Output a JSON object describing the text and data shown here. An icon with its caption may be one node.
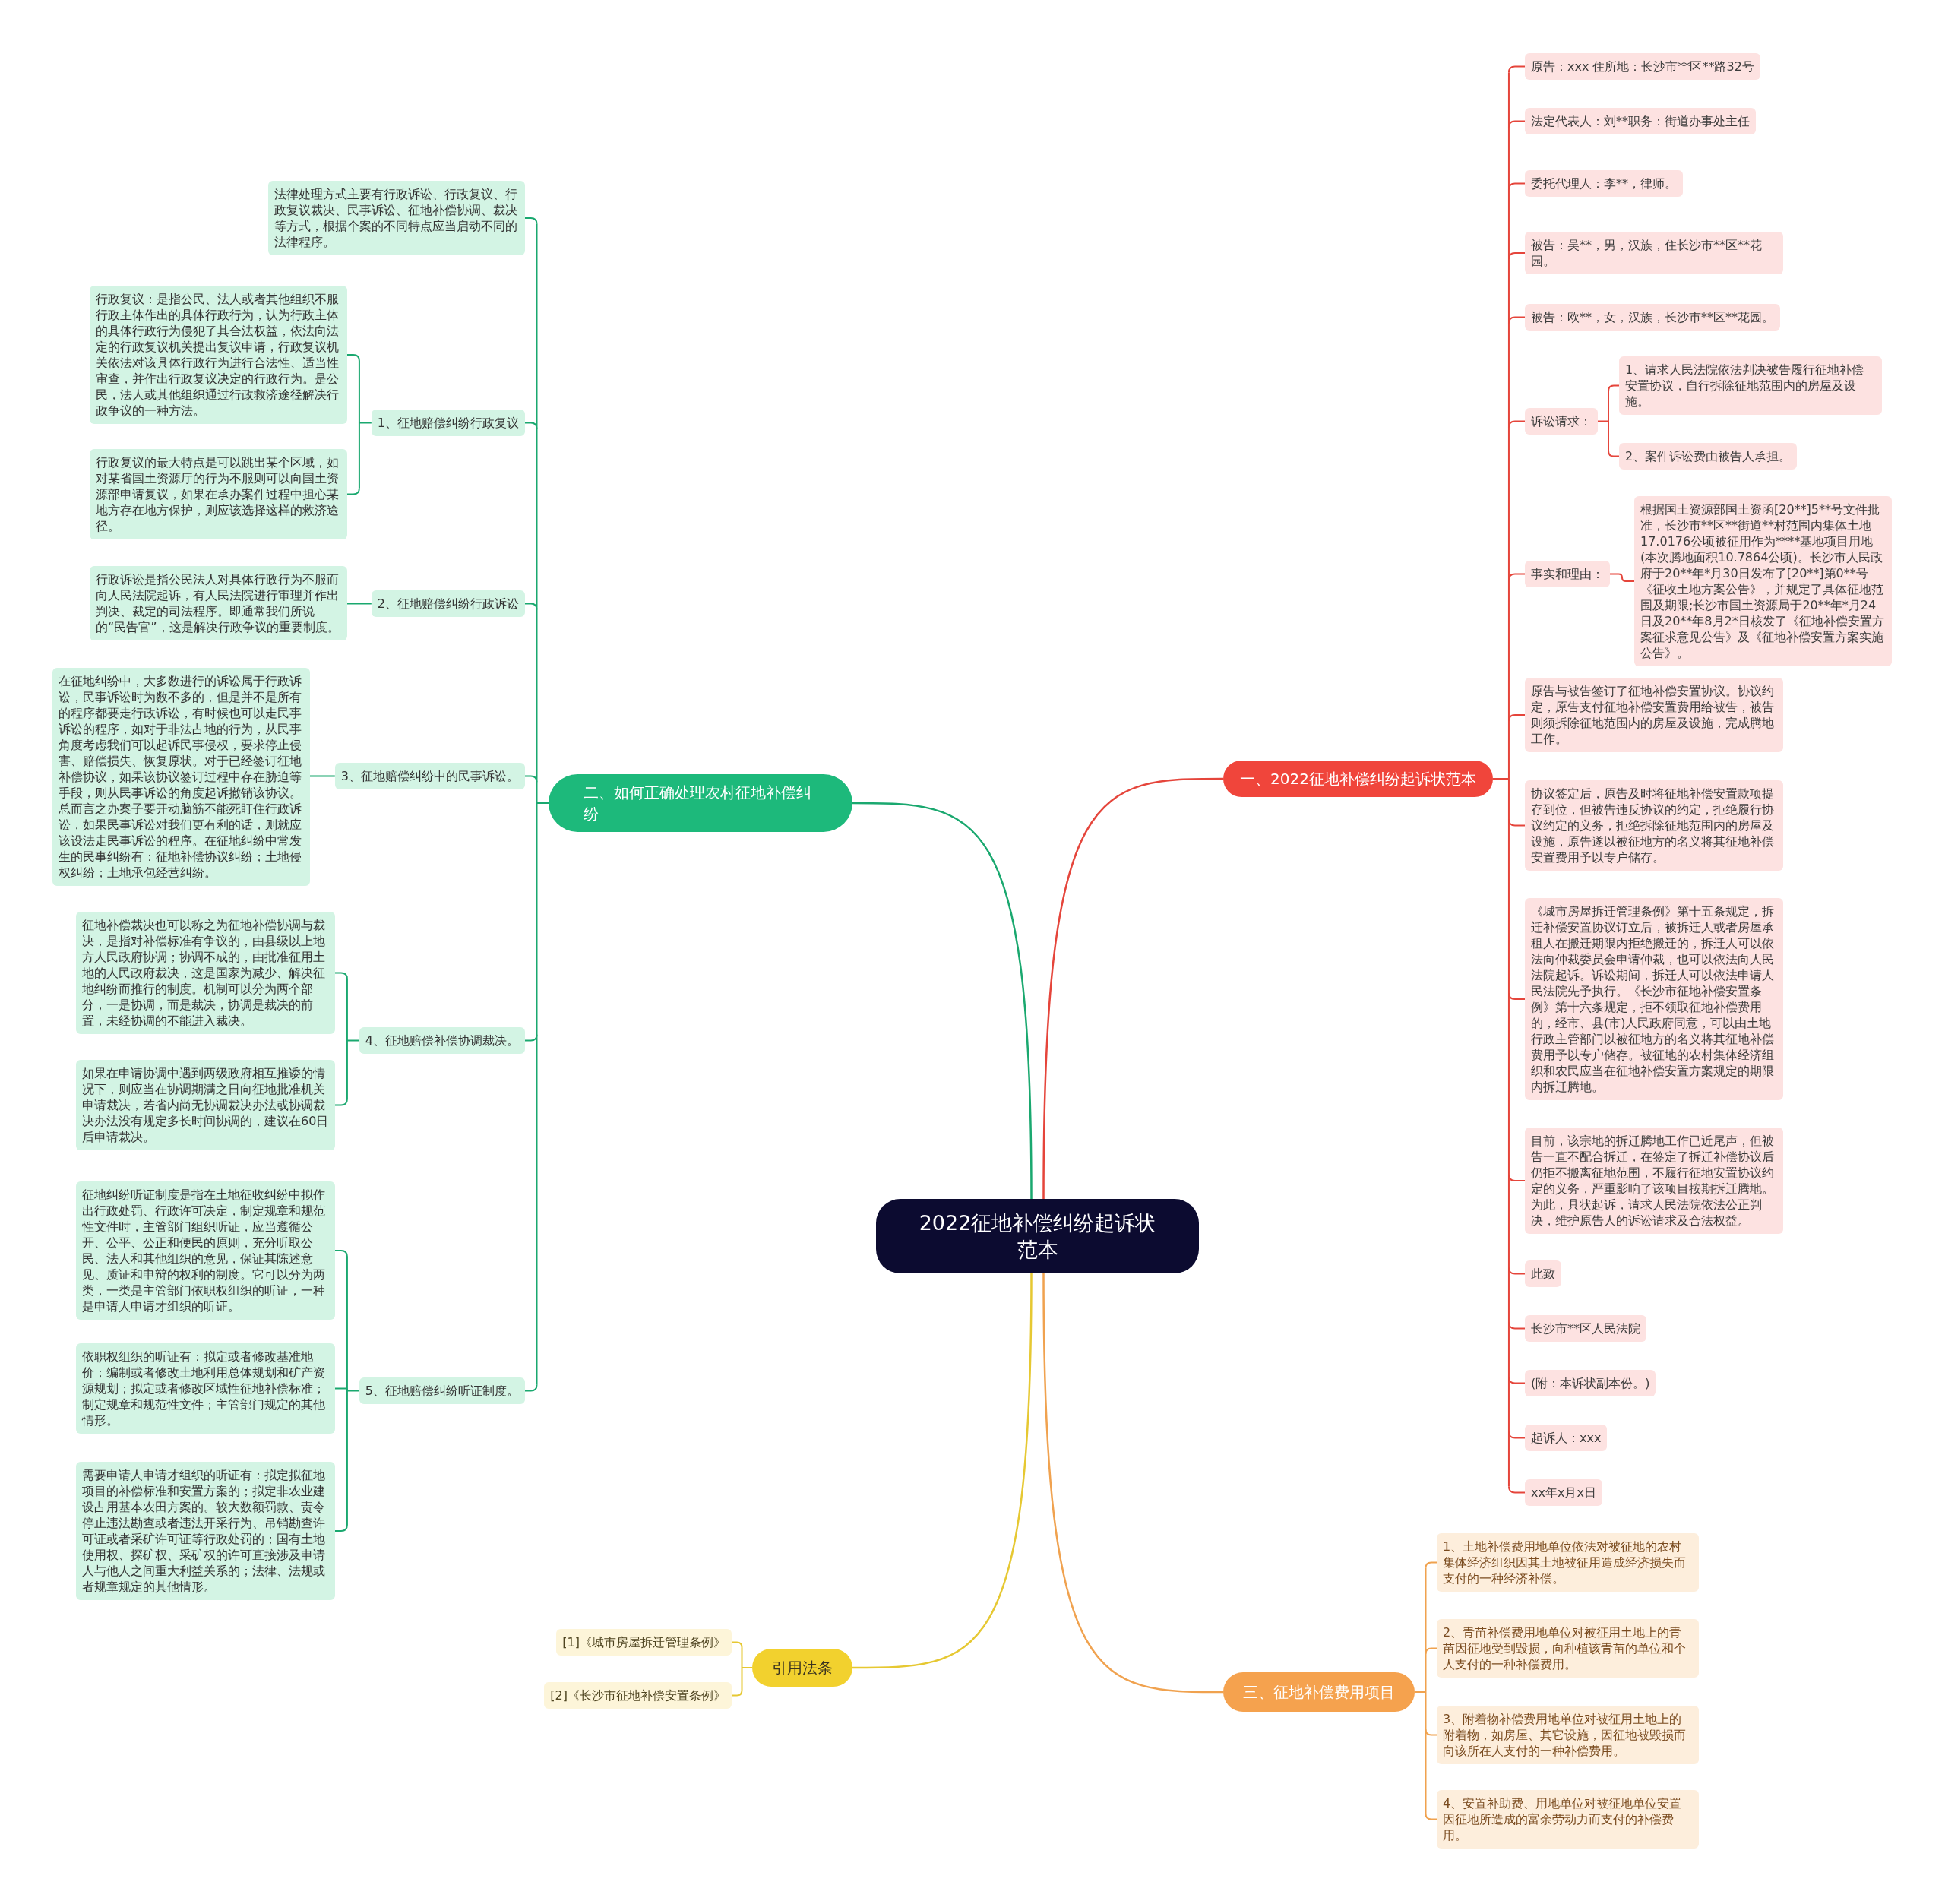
{
  "diagram": {
    "nodes": [
      {
        "text": [
          "2022征地补偿纠纷起诉状范本"
        ]
      },
      {
        "text": [
          "一、2022征地补偿纠纷起诉状范本"
        ]
      },
      {
        "text": [
          "原告：xxx 住所地：长沙市**区**路32号"
        ]
      },
      {
        "text": [
          "法定代表人：刘**职务：街道办事处主任"
        ]
      },
      {
        "text": [
          "委托代理人：李**，律师。"
        ]
      },
      {
        "text": [
          "被告：吴**，男，汉族，住长沙市**区**花园。"
        ]
      },
      {
        "text": [
          "被告：欧**，女，汉族，长沙市**区**花园。"
        ]
      },
      {
        "text": [
          "诉讼请求："
        ]
      },
      {
        "text": [
          "1、请求人民法院依法判决被告履行征地补偿安置协议，自行拆除征地范围内的房屋及设施。"
        ]
      },
      {
        "text": [
          "2、案件诉讼费由被告人承担。"
        ]
      },
      {
        "text": [
          "事实和理由："
        ]
      },
      {
        "text": [
          "根据国土资源部国土资函[20**]5**号文件批准，长沙市**区**街道**村范围内集体土地17.0176公顷被征用作为****基地项目用地(本次腾地面积10.7864公顷)。长沙市人民政府于20**年*月30日发布了[20**]第0**号《征收土地方案公告》，并规定了具体征地范围及期限;长沙市国土资源局于20**年*月24日及20**年8月2*日核发了《征地补偿安置方案征求意见公告》及《征地补偿安置方案实施公告》。"
        ]
      },
      {
        "text": [
          "原告与被告签订了征地补偿安置协议。协议约定，原告支付征地补偿安置费用给被告，被告则须拆除征地范围内的房屋及设施，完成腾地工作。"
        ]
      },
      {
        "text": [
          "协议签定后，原告及时将征地补偿安置款项提存到位，但被告违反协议的约定，拒绝履行协议约定的义务，拒绝拆除征地范围内的房屋及设施，原告遂以被征地方的名义将其征地补偿安置费用予以专户储存。"
        ]
      },
      {
        "text": [
          "《城市房屋拆迁管理条例》第十五条规定，拆迁补偿安置协议订立后，被拆迁人或者房屋承租人在搬迁期限内拒绝搬迁的，拆迁人可以依法向仲裁委员会申请仲裁，也可以依法向人民法院起诉。诉讼期间，拆迁人可以依法申请人民法院先予执行。《长沙市征地补偿安置条例》第十六条规定，拒不领取征地补偿费用的，经市、县(市)人民政府同意，可以由土地行政主管部门以被征地方的名义将其征地补偿费用予以专户储存。被征地的农村集体经济组织和农民应当在征地补偿安置方案规定的期限内拆迁腾地。"
        ]
      },
      {
        "text": [
          "目前，该宗地的拆迁腾地工作已近尾声，但被告一直不配合拆迁，在签定了拆迁补偿协议后仍拒不搬离征地范围，不履行征地安置协议约定的义务，严重影响了该项目按期拆迁腾地。为此，具状起诉，请求人民法院依法公正判决，维护原告人的诉讼请求及合法权益。"
        ]
      },
      {
        "text": [
          "此致"
        ]
      },
      {
        "text": [
          "长沙市**区人民法院"
        ]
      },
      {
        "text": [
          "(附：本诉状副本份。)"
        ]
      },
      {
        "text": [
          "起诉人：xxx"
        ]
      },
      {
        "text": [
          "xx年x月x日"
        ]
      },
      {
        "text": [
          "二、如何正确处理农村征地补偿纠纷"
        ]
      },
      {
        "text": [
          "法律处理方式主要有行政诉讼、行政复议、行政复议裁决、民事诉讼、征地补偿协调、裁决等方式，根据个案的不同特点应当启动不同的法律程序。"
        ]
      },
      {
        "text": [
          "1、征地赔偿纠纷行政复议"
        ]
      },
      {
        "text": [
          "行政复议：是指公民、法人或者其他组织不服行政主体作出的具体行政行为，认为行政主体的具体行政行为侵犯了其合法权益，依法向法定的行政复议机关提出复议申请，行政复议机关依法对该具体行政行为进行合法性、适当性审查，并作出行政复议决定的行政行为。是公民，法人或其他组织通过行政救济途径解决行政争议的一种方法。"
        ]
      },
      {
        "text": [
          "行政复议的最大特点是可以跳出某个区域，如对某省国土资源厅的行为不服则可以向国土资源部申请复议，如果在承办案件过程中担心某地方存在地方保护，则应该选择这样的救济途径。"
        ]
      },
      {
        "text": [
          "2、征地赔偿纠纷行政诉讼"
        ]
      },
      {
        "text": [
          "行政诉讼是指公民法人对具体行政行为不服而向人民法院起诉，有人民法院进行审理并作出判决、裁定的司法程序。即通常我们所说的“民告官”，这是解决行政争议的重要制度。"
        ]
      },
      {
        "text": [
          "3、征地赔偿纠纷中的民事诉讼。"
        ]
      },
      {
        "text": [
          "在征地纠纷中，大多数进行的诉讼属于行政诉讼，民事诉讼时为数不多的，但是并不是所有的程序都要走行政诉讼，有时候也可以走民事诉讼的程序，如对于非法占地的行为，从民事角度考虑我们可以起诉民事侵权，要求停止侵害、赔偿损失、恢复原状。对于已经签订征地补偿协议，如果该协议签订过程中存在胁迫等手段，则从民事诉讼的角度起诉撤销该协议。总而言之办案子要开动脑筋不能死盯住行政诉讼，如果民事诉讼对我们更有利的话，则就应该设法走民事诉讼的程序。在征地纠纷中常发生的民事纠纷有：征地补偿协议纠纷；土地侵权纠纷；土地承包经营纠纷。"
        ]
      },
      {
        "text": [
          "4、征地赔偿补偿协调裁决。"
        ]
      },
      {
        "text": [
          "征地补偿裁决也可以称之为征地补偿协调与裁决，是指对补偿标准有争议的，由县级以上地方人民政府协调；协调不成的，由批准征用土地的人民政府裁决，这是国家为减少、解决征地纠纷而推行的制度。机制可以分为两个部分，一是协调，而是裁决，协调是裁决的前置，未经协调的不能进入裁决。"
        ]
      },
      {
        "text": [
          "如果在申请协调中遇到两级政府相互推诿的情况下，则应当在协调期满之日向征地批准机关申请裁决，若省内尚无协调裁决办法或协调裁决办法没有规定多长时间协调的，建议在60日后申请裁决。"
        ]
      },
      {
        "text": [
          "5、征地赔偿纠纷听证制度。"
        ]
      },
      {
        "text": [
          "征地纠纷听证制度是指在土地征收纠纷中拟作出行政处罚、行政许可决定，制定规章和规范性文件时，主管部门组织听证，应当遵循公开、公平、公正和便民的原则，充分听取公民、法人和其他组织的意见，保证其陈述意见、质证和申辩的权利的制度。它可以分为两类，一类是主管部门依职权组织的听证，一种是申请人申请才组织的听证。"
        ]
      },
      {
        "text": [
          "依职权组织的听证有：拟定或者修改基准地价；编制或者修改土地利用总体规划和矿产资源规划；拟定或者修改区域性征地补偿标准；制定规章和规范性文件；主管部门规定的其他情形。"
        ]
      },
      {
        "text": [
          "需要申请人申请才组织的听证有：拟定拟征地项目的补偿标准和安置方案的；拟定非农业建设占用基本农田方案的。较大数额罚款、责令停止违法勘查或者违法开采行为、吊销勘查许可证或者采矿许可证等行政处罚的；国有土地使用权、探矿权、采矿权的许可直接涉及申请人与他人之间重大利益关系的；法律、法规或者规章规定的其他情形。"
        ]
      },
      {
        "text": [
          "三、征地补偿费用项目"
        ]
      },
      {
        "text": [
          "1、土地补偿费用地单位依法对被征地的农村集体经济组织因其土地被征用造成经济损失而支付的一种经济补偿。"
        ]
      },
      {
        "text": [
          "2、青苗补偿费用地单位对被征用土地上的青苗因征地受到毁损，向种植该青苗的单位和个人支付的一种补偿费用。"
        ]
      },
      {
        "text": [
          "3、附着物补偿费用地单位对被征用土地上的附着物，如房屋、其它设施，因征地被毁损而向该所在人支付的一种补偿费用。"
        ]
      },
      {
        "text": [
          "4、安置补助费、用地单位对被征地单位安置因征地所造成的富余劳动力而支付的补偿费用。"
        ]
      },
      {
        "text": [
          "引用法条"
        ]
      },
      {
        "text": [
          "[1]《城市房屋拆迁管理条例》"
        ]
      },
      {
        "text": [
          "[2]《长沙市征地补偿安置条例》"
        ]
      }
    ],
    "edges": [
      {
        "from": 0,
        "to": 1,
        "arrow": "none"
      },
      {
        "from": 1,
        "to": 2,
        "arrow": "none"
      },
      {
        "from": 1,
        "to": 3,
        "arrow": "none"
      },
      {
        "from": 1,
        "to": 4,
        "arrow": "none"
      },
      {
        "from": 1,
        "to": 5,
        "arrow": "none"
      },
      {
        "from": 1,
        "to": 6,
        "arrow": "none"
      },
      {
        "from": 1,
        "to": 7,
        "arrow": "none"
      },
      {
        "from": 7,
        "to": 8,
        "arrow": "none"
      },
      {
        "from": 7,
        "to": 9,
        "arrow": "none"
      },
      {
        "from": 1,
        "to": 10,
        "arrow": "none"
      },
      {
        "from": 10,
        "to": 11,
        "arrow": "none"
      },
      {
        "from": 1,
        "to": 12,
        "arrow": "none"
      },
      {
        "from": 1,
        "to": 13,
        "arrow": "none"
      },
      {
        "from": 1,
        "to": 14,
        "arrow": "none"
      },
      {
        "from": 1,
        "to": 15,
        "arrow": "none"
      },
      {
        "from": 1,
        "to": 16,
        "arrow": "none"
      },
      {
        "from": 1,
        "to": 17,
        "arrow": "none"
      },
      {
        "from": 1,
        "to": 18,
        "arrow": "none"
      },
      {
        "from": 1,
        "to": 19,
        "arrow": "none"
      },
      {
        "from": 1,
        "to": 20,
        "arrow": "none"
      },
      {
        "from": 0,
        "to": 21,
        "arrow": "none",
        "color": "#1aa86f"
      },
      {
        "from": 21,
        "to": 22,
        "arrow": "none",
        "color": "#1aa86f"
      },
      {
        "from": 21,
        "to": 23,
        "arrow": "none",
        "color": "#1aa86f"
      },
      {
        "from": 23,
        "to": 24,
        "arrow": "none",
        "color": "#1aa86f"
      },
      {
        "from": 23,
        "to": 25,
        "arrow": "none",
        "color": "#1aa86f"
      },
      {
        "from": 21,
        "to": 26,
        "arrow": "none",
        "color": "#1aa86f"
      },
      {
        "from": 26,
        "to": 27,
        "arrow": "none",
        "color": "#1aa86f"
      },
      {
        "from": 21,
        "to": 28,
        "arrow": "none",
        "color": "#1aa86f"
      },
      {
        "from": 28,
        "to": 29,
        "arrow": "none",
        "color": "#1aa86f"
      },
      {
        "from": 21,
        "to": 30,
        "arrow": "none",
        "color": "#1aa86f"
      },
      {
        "from": 30,
        "to": 31,
        "arrow": "none",
        "color": "#1aa86f"
      },
      {
        "from": 30,
        "to": 32,
        "arrow": "none",
        "color": "#1aa86f"
      },
      {
        "from": 21,
        "to": 33,
        "arrow": "none",
        "color": "#1aa86f"
      },
      {
        "from": 33,
        "to": 34,
        "arrow": "none",
        "color": "#1aa86f"
      },
      {
        "from": 33,
        "to": 35,
        "arrow": "none",
        "color": "#1aa86f"
      },
      {
        "from": 33,
        "to": 36,
        "arrow": "none",
        "color": "#1aa86f"
      },
      {
        "from": 0,
        "to": 37,
        "arrow": "none",
        "color": "#f0a24f"
      },
      {
        "from": 37,
        "to": 38,
        "arrow": "none",
        "color": "#f0a24f"
      },
      {
        "from": 37,
        "to": 39,
        "arrow": "none",
        "color": "#f0a24f"
      },
      {
        "from": 37,
        "to": 40,
        "arrow": "none",
        "color": "#f0a24f"
      },
      {
        "from": 37,
        "to": 41,
        "arrow": "none",
        "color": "#f0a24f"
      },
      {
        "from": 0,
        "to": 42,
        "arrow": "none",
        "color": "#e6c832"
      },
      {
        "from": 42,
        "to": 43,
        "arrow": "none",
        "color": "#e6c832"
      },
      {
        "from": 42,
        "to": 44,
        "arrow": "none",
        "color": "#e6c832"
      }
    ]
  }
}
